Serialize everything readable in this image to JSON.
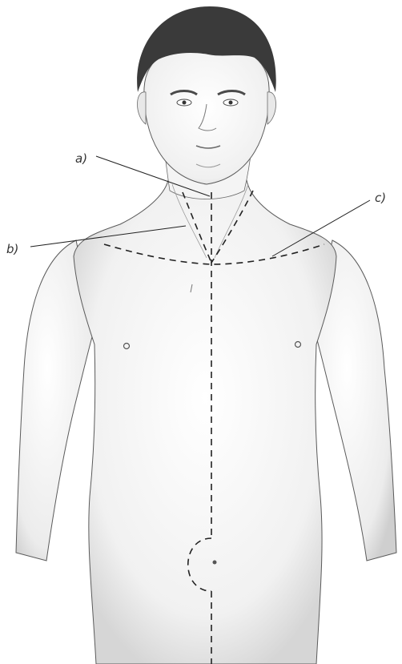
{
  "figure": {
    "callouts": [
      {
        "id": "a",
        "text": "a)"
      },
      {
        "id": "b",
        "text": "b)"
      },
      {
        "id": "c",
        "text": "c)"
      }
    ]
  },
  "colors": {
    "ink": "#2f2f2f",
    "hair": "#3a3a3a",
    "skin_shade": "#c9c9c9",
    "dashed_line": "#222222",
    "background": "#ffffff"
  }
}
